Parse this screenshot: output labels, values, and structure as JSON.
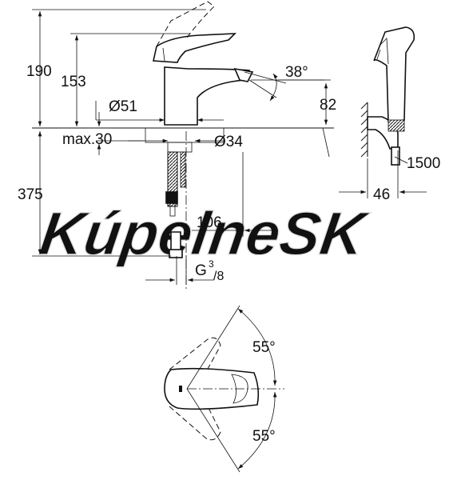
{
  "dimensions": {
    "d190": "190",
    "d153": "153",
    "d38": "38°",
    "d51": "Ø51",
    "d82": "82",
    "d_max30": "max.30",
    "d34": "Ø34",
    "d1500": "1500",
    "d46": "46",
    "d375": "375",
    "d106": "106",
    "thread_g": "G",
    "thread_num": "3",
    "thread_den": "/8",
    "angle_top": "55°",
    "angle_bottom": "55°"
  },
  "watermark": "KúpelneSK"
}
